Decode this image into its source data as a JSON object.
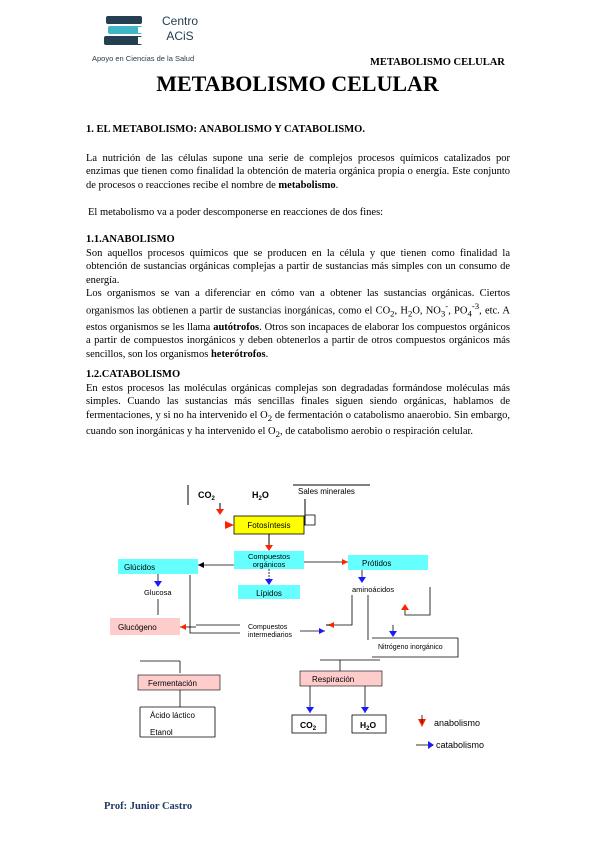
{
  "logo": {
    "name_line1": "Centro",
    "name_line2": "ACiS",
    "tagline": "Apoyo en Ciencias de la Salud",
    "colors": {
      "dark": "#243e52",
      "accent": "#3fb6c6"
    }
  },
  "running_header": "METABOLISMO CELULAR",
  "title": "METABOLISMO CELULAR",
  "section1": {
    "heading": "1. EL METABOLISMO: ANABOLISMO Y CATABOLISMO.",
    "p1_a": "La nutrición de las células supone una serie de complejos procesos químicos catalizados por enzimas que tienen como finalidad la obtención de materia orgánica propia o energía. Este conjunto de procesos o reacciones recibe el nombre de ",
    "p1_b": "metabolismo",
    "p1_c": ".",
    "p2": "El metabolismo va a poder descomponerse en reacciones de dos fines:"
  },
  "anabolismo": {
    "heading": "1.1.ANABOLISMO",
    "p1": "Son aquellos procesos químicos que se producen en la célula y que tienen como finalidad la obtención de sustancias orgánicas complejas a partir de sustancias más simples con un consumo de energía.",
    "p2_a": "Los organismos se van a diferenciar en cómo van a obtener las sustancias orgánicas. Ciertos organismos las obtienen a partir de sustancias inorgánicas, como el CO",
    "sub2": "2",
    "p2_b": ", H",
    "p2_c": "O, NO",
    "sub3": "3",
    "sup_minus": "-",
    "p2_d": ",   PO",
    "sub4": "4",
    "sup_3": "-3",
    "p2_e": ", etc. A estos organismos se les llama ",
    "autotrofos": "autótrofos",
    "p2_f": ". Otros son incapaces de elaborar los compuestos orgánicos a partir de compuestos inorgánicos y deben obtenerlos a partir de otros compuestos orgánicos más sencillos, son los organismos ",
    "heterotrofos": "heterótrofos",
    "p2_g": "."
  },
  "catabolismo": {
    "heading": "1.2.CATABOLISMO",
    "p1_a": "En estos procesos las moléculas orgánicas complejas son degradadas formándose moléculas más simples. Cuando las sustancias más sencillas finales siguen siendo orgánicas, hablamos de fermentaciones, y si no ha intervenido el O",
    "p1_b": " de fermentación o catabolismo anaerobio. Sin embargo, cuando son inorgánicas y ha intervenido el O",
    "p1_c": ",  de catabolismo aerobio o respiración celular."
  },
  "diagram": {
    "co2": "CO",
    "h2o_h": "H",
    "h2o_o": "O",
    "sub2": "2",
    "sales": "Sales minerales",
    "fotosintesis": "Fotosíntesis",
    "compuestos_1": "Compuestos",
    "compuestos_2": "orgánicos",
    "glucidos": "Glúcidos",
    "glucosa": "Glucosa",
    "glucogeno": "Glucógeno",
    "lipidos": "Lípidos",
    "protidos": "Prótidos",
    "aminoacidos": "aminoácidos",
    "intermedios_1": "Compuestos",
    "intermedios_2": "intermediarios",
    "nitrogeno": "Nitrógeno inorgánico",
    "fermentacion": "Fermentación",
    "acido": "Ácido láctico",
    "etanol": "Etanol",
    "respiracion": "Respiración",
    "legend_anabolismo": "anabolismo",
    "legend_catabolismo": "catabolismo",
    "colors": {
      "yellow": "#ffff00",
      "cyan": "#66ffff",
      "pink": "#ffcccc",
      "red": "#ff2200",
      "blue": "#1a1aff"
    }
  },
  "footer": "Prof: Junior Castro"
}
